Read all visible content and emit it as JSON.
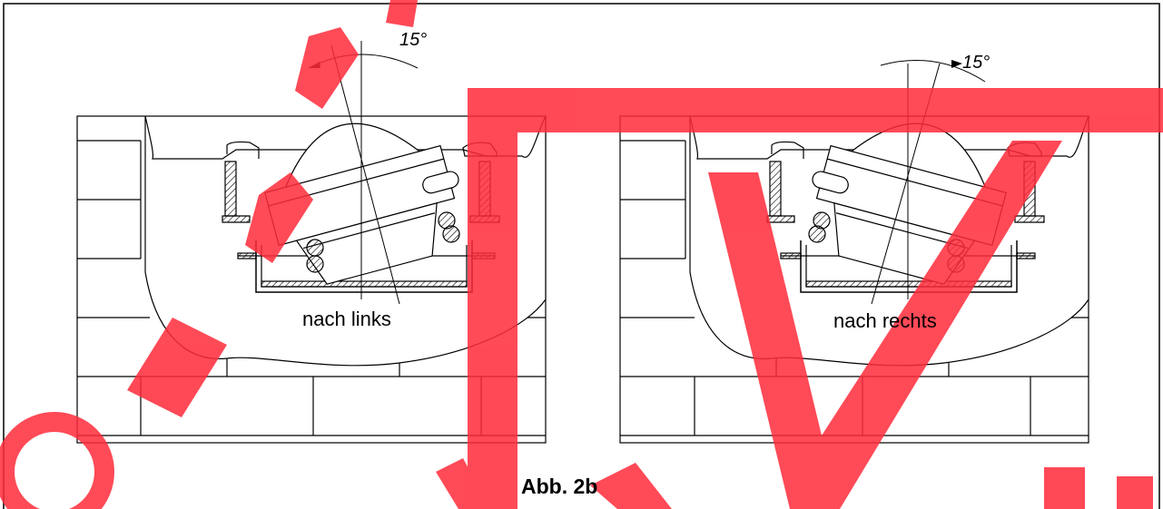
{
  "figure": {
    "caption": "Abb. 2b",
    "colors": {
      "line": "#000000",
      "watermark": "#ff2a3a",
      "background": "#ffffff"
    },
    "panels": [
      {
        "id": "left",
        "label": "nach links",
        "tilt_angle": "15°",
        "tilt_direction": "left"
      },
      {
        "id": "right",
        "label": "nach rechts",
        "tilt_angle": "15°",
        "tilt_direction": "right"
      }
    ],
    "watermark_text": "OBM MOVAMI"
  }
}
